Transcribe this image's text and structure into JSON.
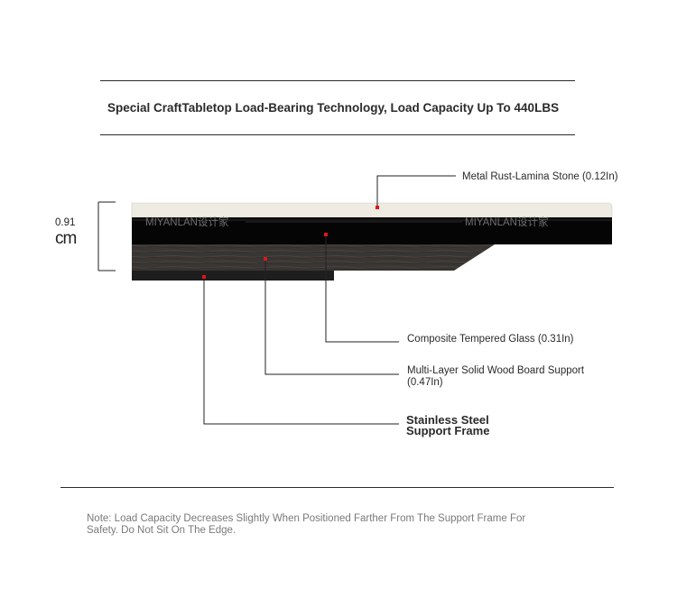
{
  "headline": "Special CraftTabletop Load-Bearing Technology, Load Capacity Up To 440LBS",
  "thickness": {
    "value": "0.91",
    "unit": "cm"
  },
  "watermark": {
    "left": "MIYANLAN设计家",
    "right": "MIYANLAN设计家"
  },
  "layers": {
    "stone": "Metal Rust-Lamina Stone (0.12In)",
    "glass": "Composite Tempered Glass (0.31In)",
    "wood_line1": "Multi-Layer Solid Wood Board Support",
    "wood_line2": "(0.47In)",
    "frame_line1": "Stainless Steel",
    "frame_line2": "Support Frame"
  },
  "note": "Note: Load Capacity Decreases Slightly When Positioned Farther From The Support Frame For Safety. Do Not Sit On The Edge.",
  "colors": {
    "stone": "#eeebe3",
    "glass": "#050505",
    "wood": "#3a3634",
    "frame": "#1e1e1e",
    "marker": "#e0141a"
  }
}
